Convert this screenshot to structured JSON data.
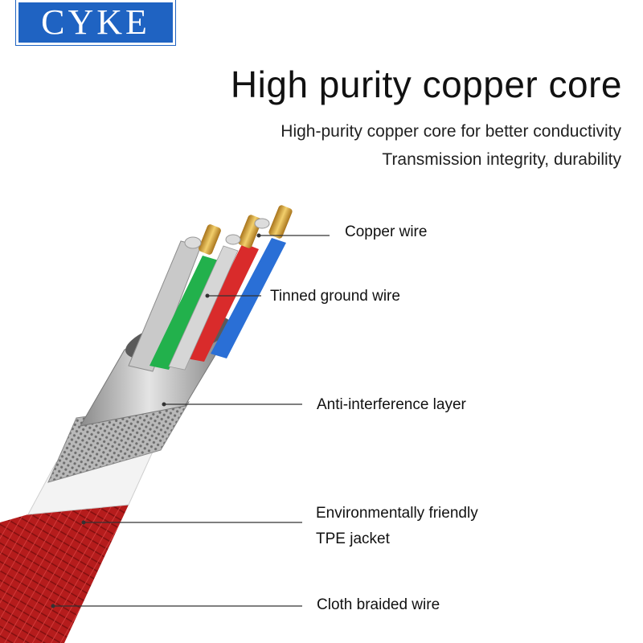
{
  "brand": {
    "logo_text": "CYKE",
    "logo_color": "#1f63c2"
  },
  "heading": {
    "title": "High purity copper core",
    "subtitle_line1": "High-purity copper core for better conductivity",
    "subtitle_line2": "Transmission integrity, durability"
  },
  "callouts": {
    "copper_wire": "Copper wire",
    "tinned_ground_wire": "Tinned ground wire",
    "anti_interference_layer": "Anti-interference layer",
    "tpe_jacket_line1": "Environmentally friendly",
    "tpe_jacket_line2": "TPE jacket",
    "cloth_braided_wire": "Cloth braided wire"
  },
  "colors": {
    "braid": "#b51c1c",
    "wire_green": "#22b14c",
    "wire_red": "#d92b2b",
    "wire_blue": "#2a6fd6",
    "copper": "#d8a33a"
  }
}
